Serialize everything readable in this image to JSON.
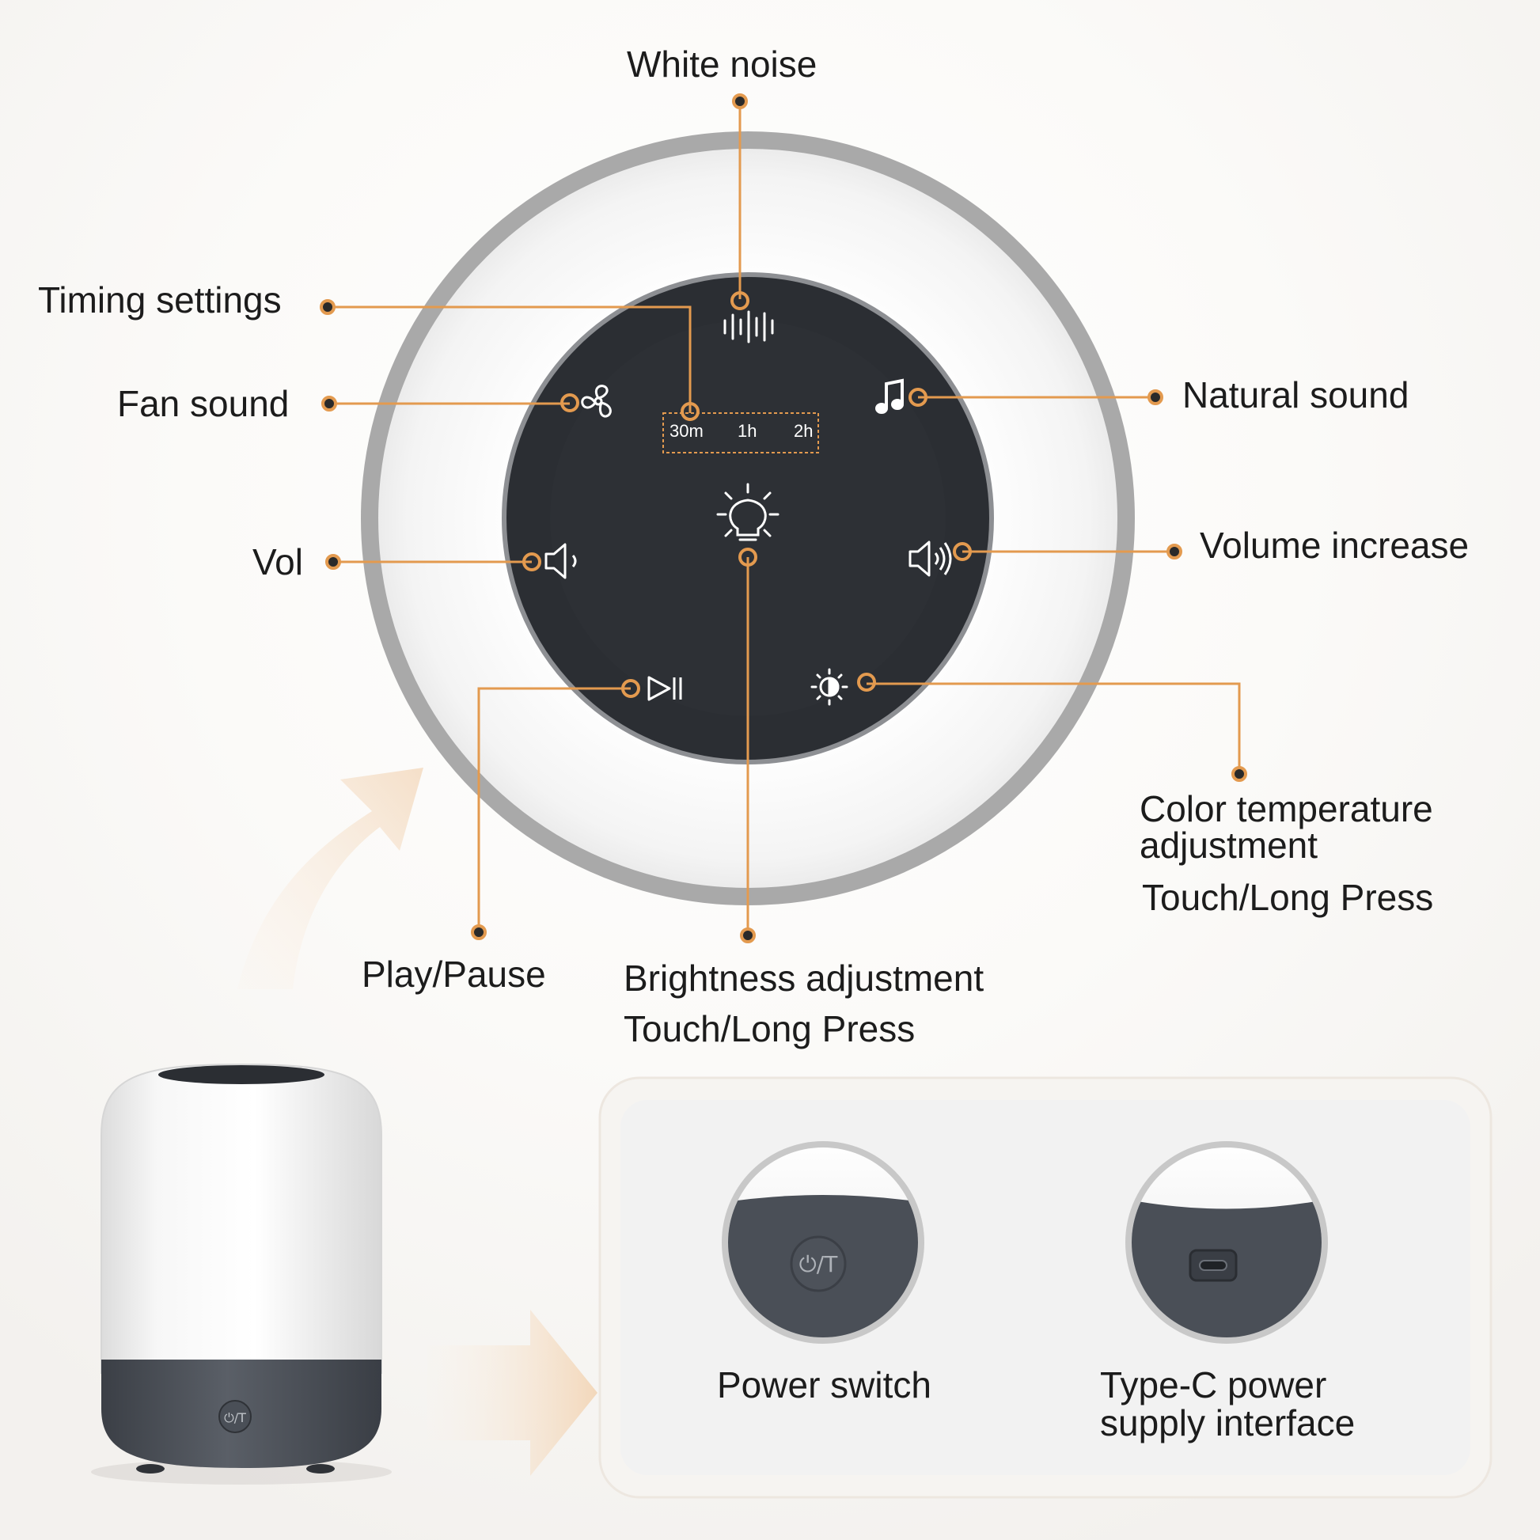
{
  "labels": {
    "white_noise": "White noise",
    "timing_settings": "Timing settings",
    "fan_sound": "Fan sound",
    "natural_sound": "Natural sound",
    "vol": "Vol",
    "volume_increase": "Volume increase",
    "color_temperature_line1": "Color temperature",
    "color_temperature_line2": "adjustment",
    "color_temperature_sub": "Touch/Long Press",
    "play_pause": "Play/Pause",
    "brightness": "Brightness adjustment",
    "brightness_sub": "Touch/Long Press"
  },
  "timer": {
    "options": [
      "30m",
      "1h",
      "2h"
    ]
  },
  "bottom": {
    "power_switch": "Power switch",
    "typec_line1": "Type-C power",
    "typec_line2": "supply interface",
    "power_button_text": "⏻/T"
  },
  "colors": {
    "accent": "#e39a4f",
    "panel": "#2b2e33",
    "dark_base": "#4a4f57",
    "ring": "#a9a9a9"
  },
  "icons": [
    "white-noise-icon",
    "fan-icon",
    "music-note-icon",
    "volume-down-icon",
    "volume-up-icon",
    "bulb-icon",
    "play-pause-icon",
    "color-temperature-icon",
    "power-icon",
    "usb-c-icon"
  ]
}
